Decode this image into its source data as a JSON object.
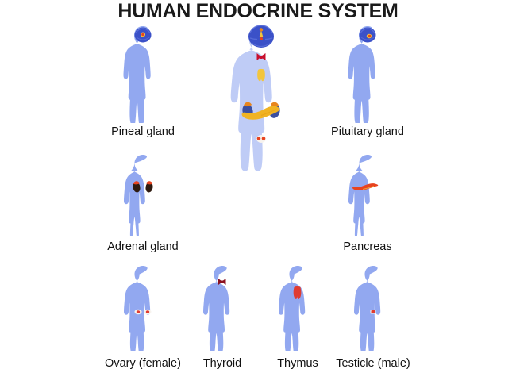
{
  "title": "HUMAN ENDOCRINE SYSTEM",
  "background_color": "#ffffff",
  "palette": {
    "title_text": "#1a1a1a",
    "label_text": "#111111",
    "central_body": "#bfccf6",
    "satellite_body": "#92a8f0",
    "brain_blue": "#3b51c8",
    "brain_blue_light": "#5f74dd",
    "thyroid_red": "#c8102e",
    "thymus_yellow": "#f2c53d",
    "pancreas_gold": "#f0b323",
    "kidney_navy": "#3b4fa0",
    "adrenal_orange": "#e8861e",
    "gonad_red": "#e03c31",
    "marker_red": "#e8431f"
  },
  "figures": [
    {
      "id": "pineal-gland",
      "label": "Pineal gland",
      "organ": "pineal",
      "organ_region": "head",
      "row": 1,
      "column": 1
    },
    {
      "id": "central-figure",
      "label": "",
      "organ": "all",
      "organ_region": "whole-body",
      "row": 1,
      "column": 2
    },
    {
      "id": "pituitary-gland",
      "label": "Pituitary gland",
      "organ": "pituitary",
      "organ_region": "head",
      "row": 1,
      "column": 3
    },
    {
      "id": "adrenal-gland",
      "label": "Adrenal gland",
      "organ": "adrenal",
      "organ_region": "abdomen",
      "row": 2,
      "column": 1
    },
    {
      "id": "pancreas",
      "label": "Pancreas",
      "organ": "pancreas",
      "organ_region": "abdomen",
      "row": 2,
      "column": 3
    },
    {
      "id": "ovary-female",
      "label": "Ovary (female)",
      "organ": "ovary",
      "organ_region": "pelvis",
      "row": 3,
      "column": 1
    },
    {
      "id": "thyroid",
      "label": "Thyroid",
      "organ": "thyroid",
      "organ_region": "neck",
      "row": 3,
      "column": 2
    },
    {
      "id": "thymus",
      "label": "Thymus",
      "organ": "thymus",
      "organ_region": "chest",
      "row": 3,
      "column": 3
    },
    {
      "id": "testicle-male",
      "label": "Testicle (male)",
      "organ": "testicle",
      "organ_region": "pelvis",
      "row": 3,
      "column": 4
    }
  ],
  "central_organs": [
    "brain",
    "pineal",
    "pituitary",
    "thyroid",
    "thymus",
    "adrenal",
    "pancreas",
    "gonads"
  ]
}
